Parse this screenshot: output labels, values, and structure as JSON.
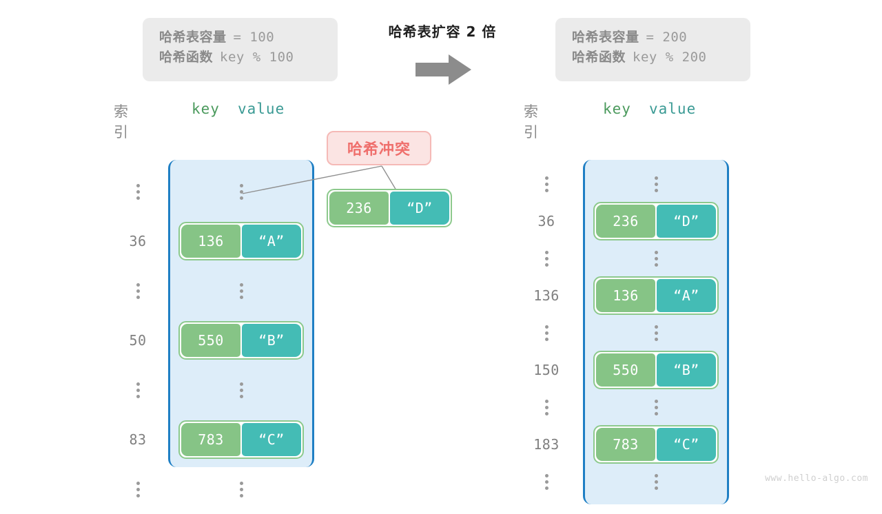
{
  "diagram": {
    "watermark": "www.hello-algo.com",
    "transition": {
      "title": "哈希表扩容 2 倍",
      "arrow_icon": "right-arrow-icon"
    },
    "info_left": {
      "line1_label": "哈希表容量",
      "line1_value": "= 100",
      "line2_label": "哈希函数",
      "line2_value": "key % 100"
    },
    "info_right": {
      "line1_label": "哈希表容量",
      "line1_value": "= 200",
      "line2_label": "哈希函数",
      "line2_value": "key % 200"
    },
    "headers": {
      "index": "索引",
      "key": "key",
      "value": "value"
    },
    "collision": {
      "label": "哈希冲突",
      "pair_key": "236",
      "pair_value": "“D”"
    },
    "left_table": {
      "rows": [
        {
          "index": "⋮",
          "type": "ellipsis"
        },
        {
          "index": "36",
          "type": "pair",
          "key": "136",
          "value": "“A”"
        },
        {
          "index": "⋮",
          "type": "ellipsis"
        },
        {
          "index": "50",
          "type": "pair",
          "key": "550",
          "value": "“B”"
        },
        {
          "index": "⋮",
          "type": "ellipsis"
        },
        {
          "index": "83",
          "type": "pair",
          "key": "783",
          "value": "“C”"
        },
        {
          "index": "⋮",
          "type": "ellipsis"
        }
      ]
    },
    "right_table": {
      "rows": [
        {
          "index": "⋮",
          "type": "ellipsis"
        },
        {
          "index": "36",
          "type": "pair",
          "key": "236",
          "value": "“D”"
        },
        {
          "index": "⋮",
          "type": "ellipsis"
        },
        {
          "index": "136",
          "type": "pair",
          "key": "136",
          "value": "“A”"
        },
        {
          "index": "⋮",
          "type": "ellipsis"
        },
        {
          "index": "150",
          "type": "pair",
          "key": "550",
          "value": "“B”"
        },
        {
          "index": "⋮",
          "type": "ellipsis"
        },
        {
          "index": "183",
          "type": "pair",
          "key": "783",
          "value": "“C”"
        },
        {
          "index": "⋮",
          "type": "ellipsis"
        }
      ]
    },
    "colors": {
      "key_cell": "#86c486",
      "value_cell": "#44bcb5",
      "bucket_fill": "#ddedf9",
      "bucket_border": "#1f7fc4",
      "collision_fill": "#fbe4e3",
      "collision_text": "#ef6f6c",
      "info_fill": "#ebebeb"
    }
  }
}
